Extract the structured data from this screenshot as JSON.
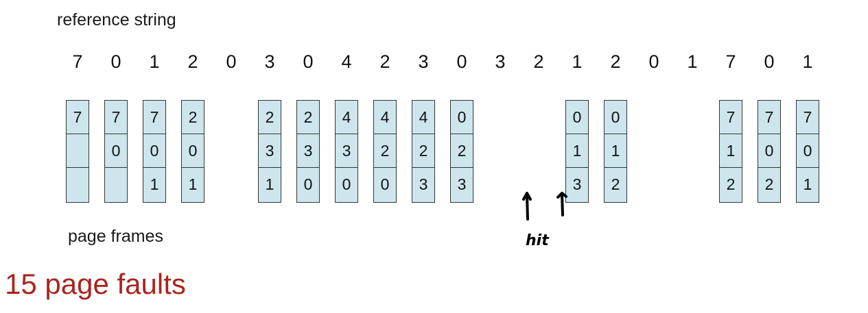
{
  "labels": {
    "reference_string": "reference string",
    "page_frames": "page frames",
    "faults": "15 page faults",
    "hit": "hit"
  },
  "reference_string": [
    "7",
    "0",
    "1",
    "2",
    "0",
    "3",
    "0",
    "4",
    "2",
    "3",
    "0",
    "3",
    "2",
    "1",
    "2",
    "0",
    "1",
    "7",
    "0",
    "1"
  ],
  "frames": [
    {
      "ref_index": 0,
      "cells": [
        "7",
        "",
        ""
      ]
    },
    {
      "ref_index": 1,
      "cells": [
        "7",
        "0",
        ""
      ]
    },
    {
      "ref_index": 2,
      "cells": [
        "7",
        "0",
        "1"
      ]
    },
    {
      "ref_index": 3,
      "cells": [
        "2",
        "0",
        "1"
      ]
    },
    {
      "ref_index": 5,
      "cells": [
        "2",
        "3",
        "1"
      ]
    },
    {
      "ref_index": 6,
      "cells": [
        "2",
        "3",
        "0"
      ]
    },
    {
      "ref_index": 7,
      "cells": [
        "4",
        "3",
        "0"
      ]
    },
    {
      "ref_index": 8,
      "cells": [
        "4",
        "2",
        "0"
      ]
    },
    {
      "ref_index": 9,
      "cells": [
        "4",
        "2",
        "3"
      ]
    },
    {
      "ref_index": 10,
      "cells": [
        "0",
        "2",
        "3"
      ]
    },
    {
      "ref_index": 13,
      "cells": [
        "0",
        "1",
        "3"
      ]
    },
    {
      "ref_index": 14,
      "cells": [
        "0",
        "1",
        "2"
      ]
    },
    {
      "ref_index": 17,
      "cells": [
        "7",
        "1",
        "2"
      ]
    },
    {
      "ref_index": 18,
      "cells": [
        "7",
        "0",
        "2"
      ]
    },
    {
      "ref_index": 19,
      "cells": [
        "7",
        "0",
        "1"
      ]
    }
  ],
  "colors": {
    "frame_fill": "#cde6ee",
    "faults_text": "#a9251f",
    "ink": "#111111"
  }
}
